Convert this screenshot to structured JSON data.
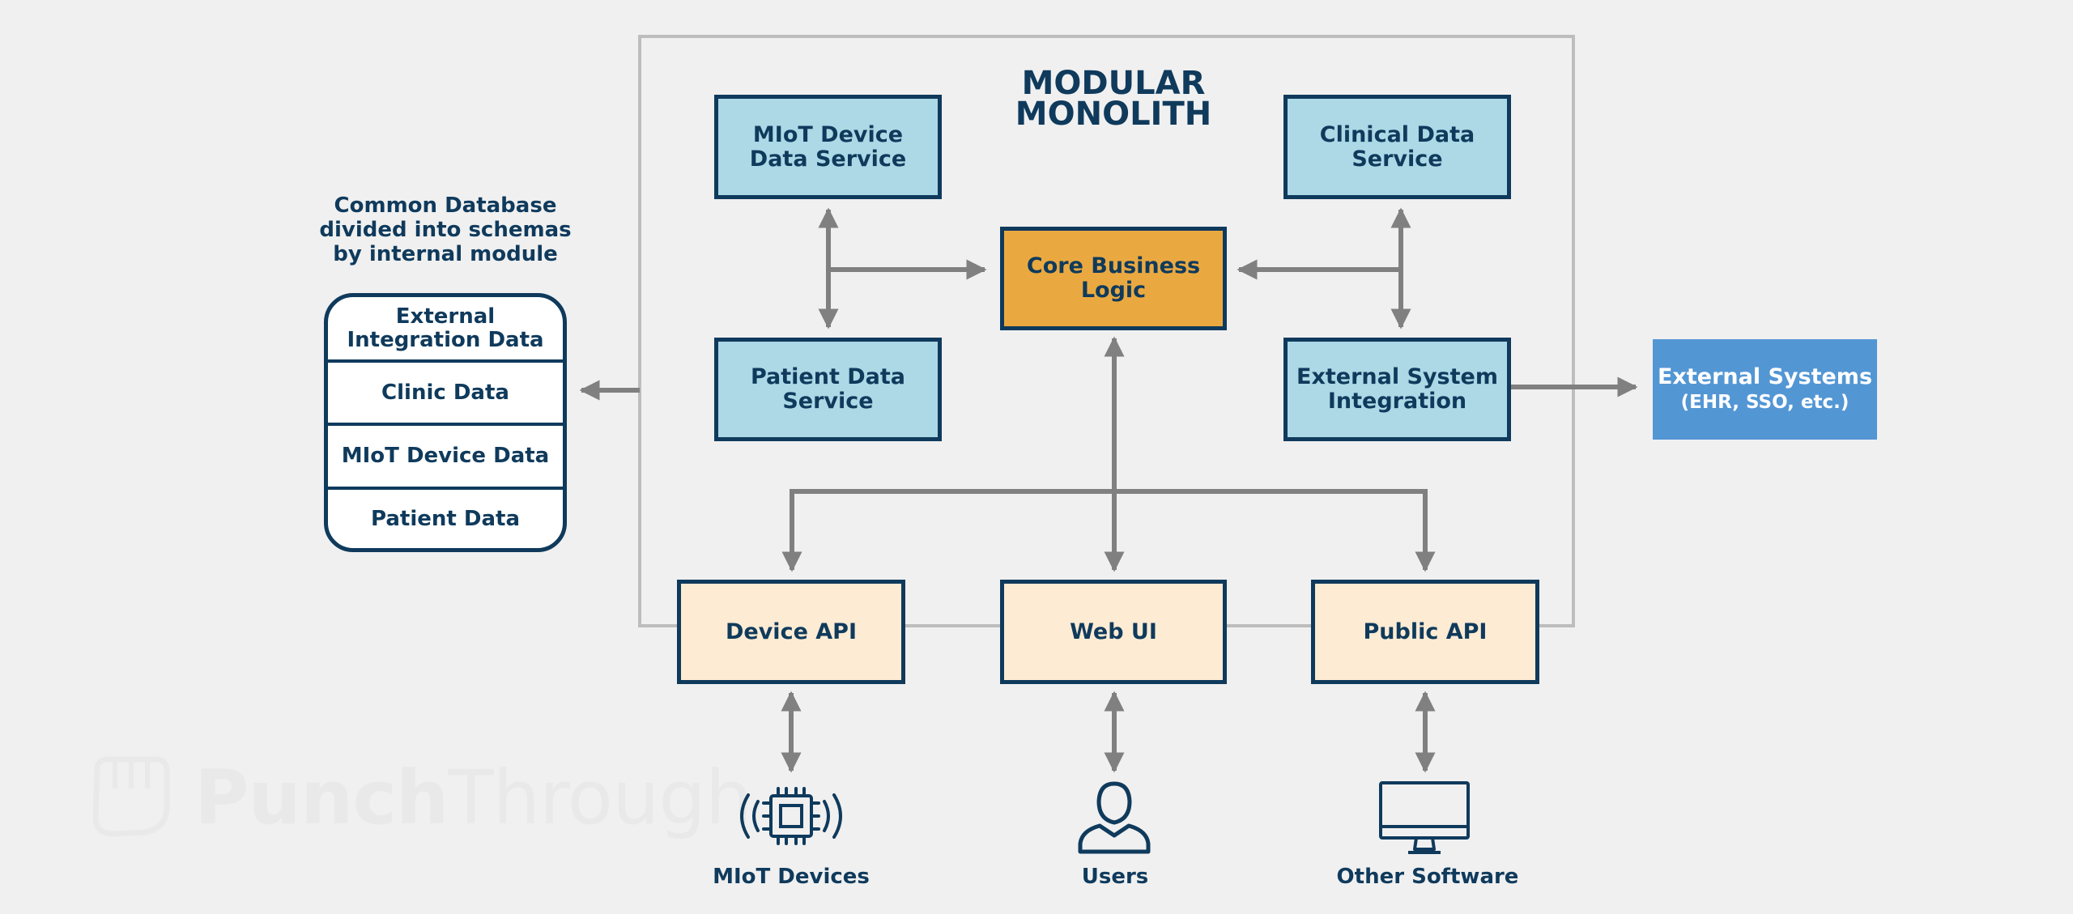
{
  "title": "MODULAR\nMONOLITH",
  "services": {
    "miot_device_data": "MIoT Device\nData Service",
    "clinical_data": "Clinical Data\nService",
    "patient_data": "Patient Data\nService",
    "external_system_integration": "External System\nIntegration",
    "core_business_logic": "Core Business\nLogic"
  },
  "apis": {
    "device_api": "Device API",
    "web_ui": "Web UI",
    "public_api": "Public API"
  },
  "external_systems": {
    "label": "External Systems",
    "sublabel": "(EHR, SSO, etc.)"
  },
  "database": {
    "caption": "Common Database\ndivided into schemas\nby internal module",
    "schemas": [
      "External\nIntegration Data",
      "Clinic Data",
      "MIoT Device Data",
      "Patient Data"
    ]
  },
  "clients": {
    "miot_devices": "MIoT Devices",
    "users": "Users",
    "other_software": "Other Software"
  },
  "watermark": {
    "bold": "Punch",
    "light": "Through"
  },
  "colors": {
    "navy": "#0f3a5c",
    "service_blue": "#add8e6",
    "core_orange": "#eaa940",
    "api_cream": "#fdebd3",
    "external_blue": "#5396d4",
    "arrow_gray": "#808080",
    "frame_gray": "#bdbdbd",
    "background": "#f0f0f0"
  }
}
